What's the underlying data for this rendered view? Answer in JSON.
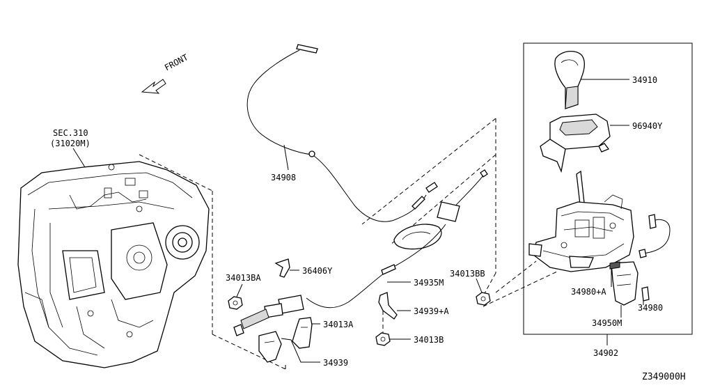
{
  "labels": {
    "front": "FRONT",
    "sec_310": "SEC.310",
    "sec_310_sub": "(31020M)",
    "p34908": "34908",
    "p34910": "34910",
    "p96940y": "96940Y",
    "p36406y": "36406Y",
    "p34013ba": "34013BA",
    "p34013bb": "34013BB",
    "p34935m": "34935M",
    "p34939a": "34939+A",
    "p34013a": "34013A",
    "p34013b": "34013B",
    "p34939": "34939",
    "p34980a": "34980+A",
    "p34980": "34980",
    "p34950m": "34950M",
    "p34902": "34902",
    "diagram_id": "Z349000H"
  }
}
